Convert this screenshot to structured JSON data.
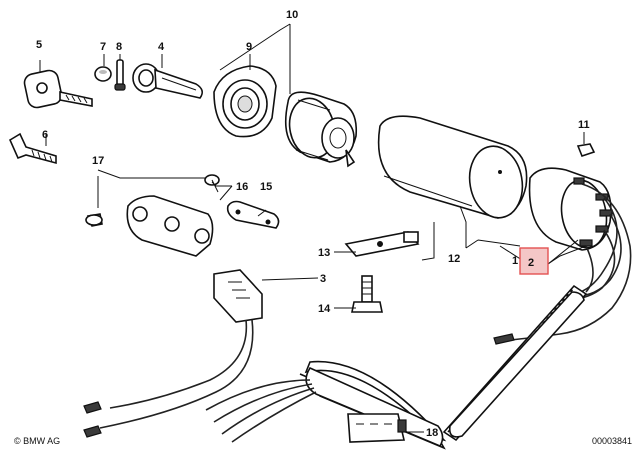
{
  "diagram": {
    "callouts": {
      "c1": "1",
      "c2": "2",
      "c3": "3",
      "c4": "4",
      "c5": "5",
      "c6": "6",
      "c7": "7",
      "c8": "8",
      "c9": "9",
      "c10": "10",
      "c11": "11",
      "c12": "12",
      "c13": "13",
      "c14": "14",
      "c15": "15",
      "c16": "16",
      "c17": "17",
      "c18": "18"
    },
    "highlighted_callout": "2",
    "highlight_color": "#f4c7c7",
    "highlight_border": "#e35252",
    "copyright": "© BMW AG",
    "drawing_number": "00003841"
  }
}
